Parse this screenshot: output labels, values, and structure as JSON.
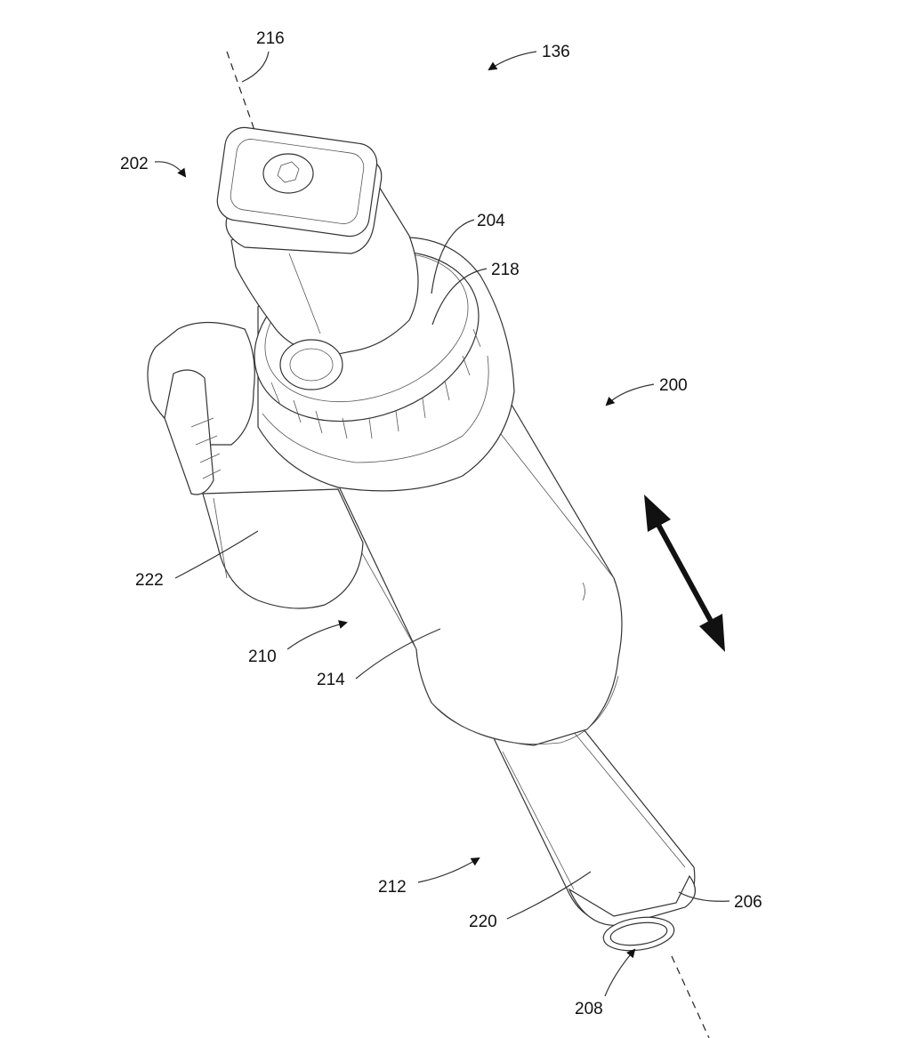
{
  "figure": {
    "labels": {
      "l136": "136",
      "l200": "200",
      "l202": "202",
      "l204": "204",
      "l206": "206",
      "l208": "208",
      "l210": "210",
      "l212": "212",
      "l214": "214",
      "l216": "216",
      "l218": "218",
      "l220": "220",
      "l222": "222"
    }
  }
}
